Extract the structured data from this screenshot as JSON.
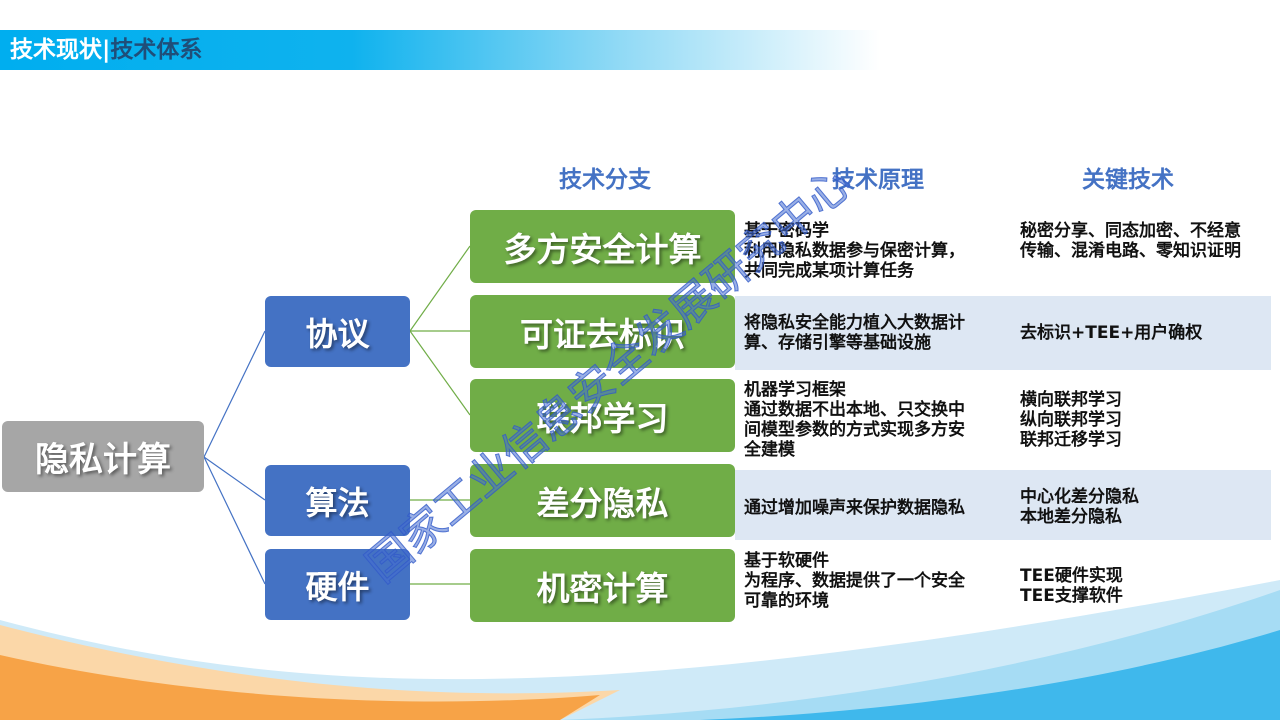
{
  "header": {
    "title_left": "技术现状",
    "separator": "|",
    "title_right": "技术体系"
  },
  "columns": [
    "技术分支",
    "技术原理",
    "关键技术"
  ],
  "root": "隐私计算",
  "categories": [
    "协议",
    "算法",
    "硬件"
  ],
  "rows": [
    {
      "branch": "多方安全计算",
      "principle": [
        "基于密码学",
        "利用隐私数据参与保密计算，",
        "共同完成某项计算任务"
      ],
      "key": [
        "秘密分享、同态加密、不经意",
        "传输、混淆电路、零知识证明"
      ]
    },
    {
      "branch": "可证去标识",
      "principle": [
        "将隐私安全能力植入大数据计",
        "算、存储引擎等基础设施"
      ],
      "key": [
        "去标识+TEE+用户确权"
      ]
    },
    {
      "branch": "联邦学习",
      "principle": [
        "机器学习框架",
        "通过数据不出本地、只交换中",
        "间模型参数的方式实现多方安",
        "全建模"
      ],
      "key": [
        "横向联邦学习",
        "纵向联邦学习",
        "联邦迁移学习"
      ]
    },
    {
      "branch": "差分隐私",
      "principle": [
        "通过增加噪声来保护数据隐私"
      ],
      "key": [
        "中心化差分隐私",
        "本地差分隐私"
      ]
    },
    {
      "branch": "机密计算",
      "principle": [
        "基于软硬件",
        "为程序、数据提供了一个安全",
        "可靠的环境"
      ],
      "key": [
        "TEE硬件实现",
        "TEE支撑软件"
      ]
    }
  ],
  "watermark": "国家工业信息安全发展研究中心",
  "colors": {
    "header": "#00aeef",
    "column_title": "#4472c4",
    "root": "#a6a6a6",
    "category": "#4472c4",
    "branch": "#70ad47",
    "band": "#dde7f3"
  }
}
